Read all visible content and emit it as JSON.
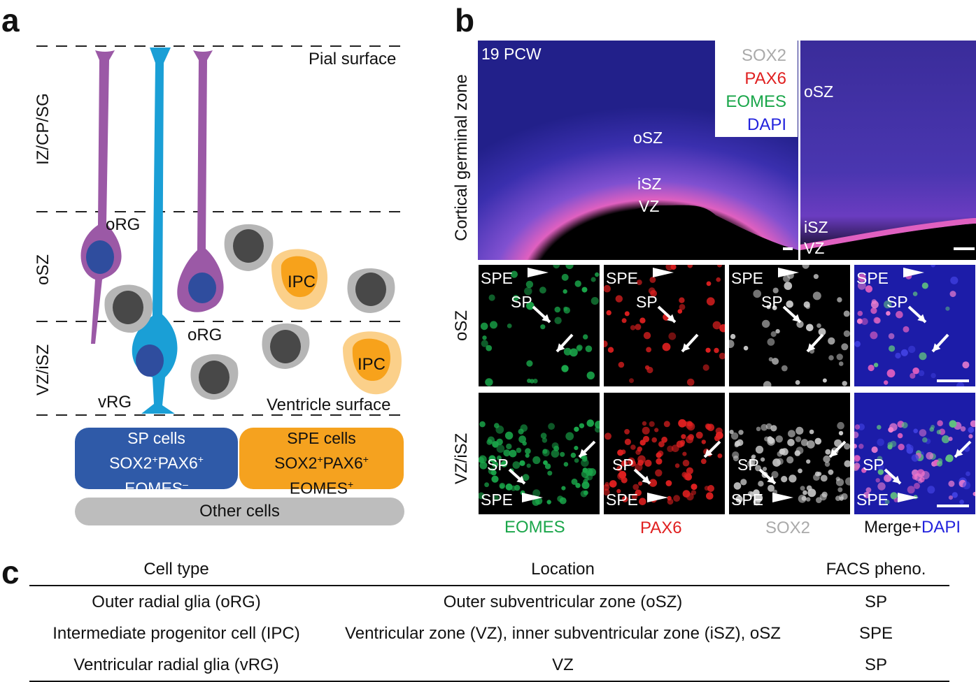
{
  "panels": {
    "a": "a",
    "b": "b",
    "c": "c"
  },
  "panel_a": {
    "pial_surface": "Pial surface",
    "ventricle_surface": "Ventricle surface",
    "zones": [
      "IZ/CP/SG",
      "oSZ",
      "VZ/iSZ"
    ],
    "cell_labels": {
      "org_top": "oRG",
      "org_mid": "oRG",
      "vrg": "vRG",
      "ipc1": "IPC",
      "ipc2": "IPC"
    },
    "sp_box": {
      "line1": "SP cells",
      "line2": "SOX2",
      "sup2": "+",
      "line2b": "PAX6",
      "sup2b": "+",
      "line3": "EOMES",
      "sup3": "–"
    },
    "spe_box": {
      "line1": "SPE cells",
      "line2": "SOX2",
      "sup2": "+",
      "line2b": "PAX6",
      "sup2b": "+",
      "line3": "EOMES",
      "sup3": "+"
    },
    "other_box": "Other cells",
    "colors": {
      "org": "#9b59a6",
      "vrg": "#1a9fd6",
      "ipc": "#f7a21b",
      "sp_box": "#2f5aa8",
      "spe_box": "#f5a21f",
      "other_box": "#bdbdbd"
    }
  },
  "panel_b": {
    "ylabel_top": "Cortical germinal zone",
    "age": "19 PCW",
    "legend": [
      {
        "text": "SOX2",
        "color": "#aaaaaa"
      },
      {
        "text": "PAX6",
        "color": "#e02020"
      },
      {
        "text": "EOMES",
        "color": "#1aa64a"
      },
      {
        "text": "DAPI",
        "color": "#2222dd"
      }
    ],
    "zone_labels_main": {
      "osz": "oSZ",
      "isz": "iSZ",
      "vz": "VZ"
    },
    "zone_labels_zoom": {
      "osz": "oSZ",
      "isz": "iSZ",
      "vz": "VZ"
    },
    "row_labels": [
      "oSZ",
      "VZ/iSZ"
    ],
    "spe": "SPE",
    "sp": "SP",
    "channels": [
      {
        "text": "EOMES",
        "color": "#1aa64a"
      },
      {
        "text": "PAX6",
        "color": "#e02020"
      },
      {
        "text": "SOX2",
        "color": "#aaaaaa"
      }
    ],
    "merge_prefix": "Merge+",
    "merge_suffix": "DAPI"
  },
  "panel_c": {
    "headers": [
      "Cell type",
      "Location",
      "FACS pheno."
    ],
    "rows": [
      [
        "Outer radial glia (oRG)",
        "Outer subventricular zone (oSZ)",
        "SP"
      ],
      [
        "Intermediate progenitor cell (IPC)",
        "Ventricular zone (VZ), inner subventricular zone (iSZ), oSZ",
        "SPE"
      ],
      [
        "Ventricular radial glia (vRG)",
        "VZ",
        "SP"
      ]
    ]
  }
}
